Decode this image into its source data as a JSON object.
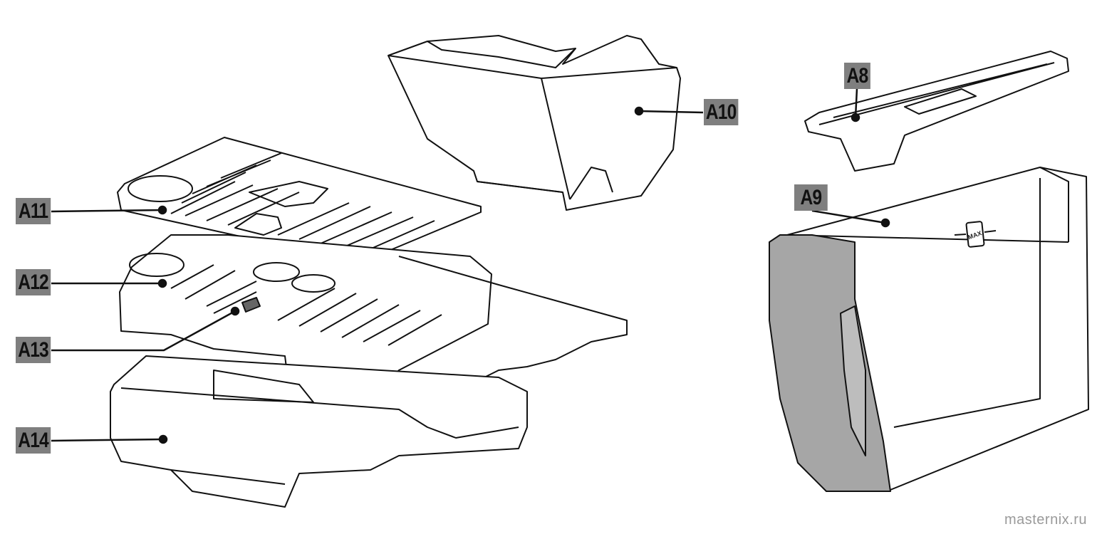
{
  "labels": {
    "a8": "A8",
    "a9": "A9",
    "a10": "A10",
    "a11": "A11",
    "a12": "A12",
    "a13": "A13",
    "a14": "A14"
  },
  "tank_marking": "MAX",
  "watermark": "masternix.ru",
  "colors": {
    "label_bg": "#7f7f7f",
    "handle": "#a6a6a6",
    "line": "#111111"
  }
}
